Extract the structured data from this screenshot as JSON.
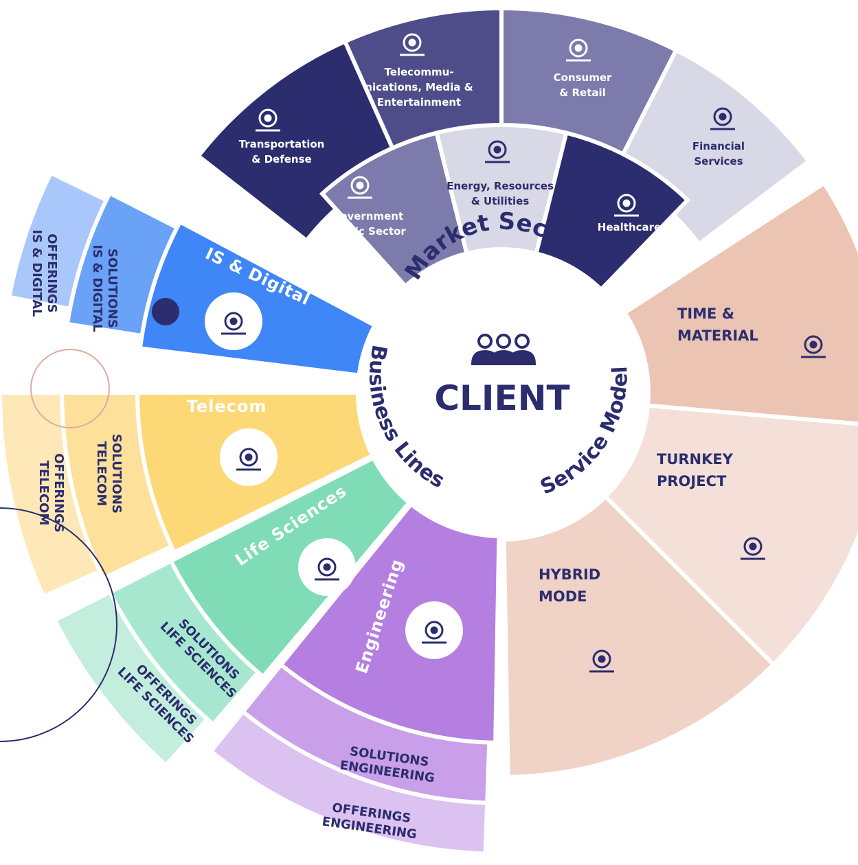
{
  "center": {
    "title": "CLIENT"
  },
  "ring_labels": {
    "market_sectors": "Market Sectors",
    "business_lines": "Business Lines",
    "service_model": "Service Model"
  },
  "market_sectors": {
    "outer": [
      {
        "label_lines": [
          "Transportation",
          "& Defense"
        ],
        "icon": "truck-shield-icon"
      },
      {
        "label_lines": [
          "Telecommu-",
          "nications, Media &",
          "Entertainment"
        ],
        "icon": "network-icon"
      },
      {
        "label_lines": [
          "Consumer",
          "& Retail"
        ],
        "icon": "hand-box-icon"
      },
      {
        "label_lines": [
          "Financial",
          "Services"
        ],
        "icon": "bank-chart-icon"
      }
    ],
    "inner": [
      {
        "label_lines": [
          "Government",
          "Public Sector"
        ],
        "icon": "people-circle-icon"
      },
      {
        "label_lines": [
          "Energy, Resources",
          "& Utilities"
        ],
        "icon": "atom-icon"
      },
      {
        "label_lines": [
          "Healthcare"
        ],
        "icon": "heart-jar-icon"
      }
    ]
  },
  "business_lines": [
    {
      "name": "IS & Digital",
      "icon": "robot-arm-icon",
      "solutions_lines": [
        "SOLUTIONS",
        "IS & DIGITAL"
      ],
      "offerings_lines": [
        "OFFERINGS",
        "IS & DIGITAL"
      ]
    },
    {
      "name": "Telecom",
      "icon": "antenna-tower-icon",
      "solutions_lines": [
        "SOLUTIONS",
        "TELECOM"
      ],
      "offerings_lines": [
        "OFFERINGS",
        "TELECOM"
      ]
    },
    {
      "name": "Life Sciences",
      "icon": "microscope-icon",
      "solutions_lines": [
        "SOLUTIONS",
        "LIFE SCIENCES"
      ],
      "offerings_lines": [
        "OFFERINGS",
        "LIFE SCIENCES"
      ]
    },
    {
      "name": "Engineering",
      "icon": "helmet-gear-icon",
      "solutions_lines": [
        "SOLUTIONS",
        "ENGINEERING"
      ],
      "offerings_lines": [
        "OFFERINGS",
        "ENGINEERING"
      ]
    }
  ],
  "service_model": [
    {
      "label_lines": [
        "TIME &",
        "MATERIAL"
      ],
      "icon": "team-flag-icon"
    },
    {
      "label_lines": [
        "TURNKEY",
        "PROJECT"
      ],
      "icon": "puzzle-hand-icon"
    },
    {
      "label_lines": [
        "HYBRID",
        "MODE"
      ],
      "icon": "gear-cycle-icon"
    }
  ],
  "colors": {
    "navy": "#2b2d6e",
    "is_digital": "#3f86f7",
    "telecom": "#fcd877",
    "life_sciences": "#7fdcb7",
    "engineering": "#b47fe0",
    "service": "#efc9b8"
  }
}
